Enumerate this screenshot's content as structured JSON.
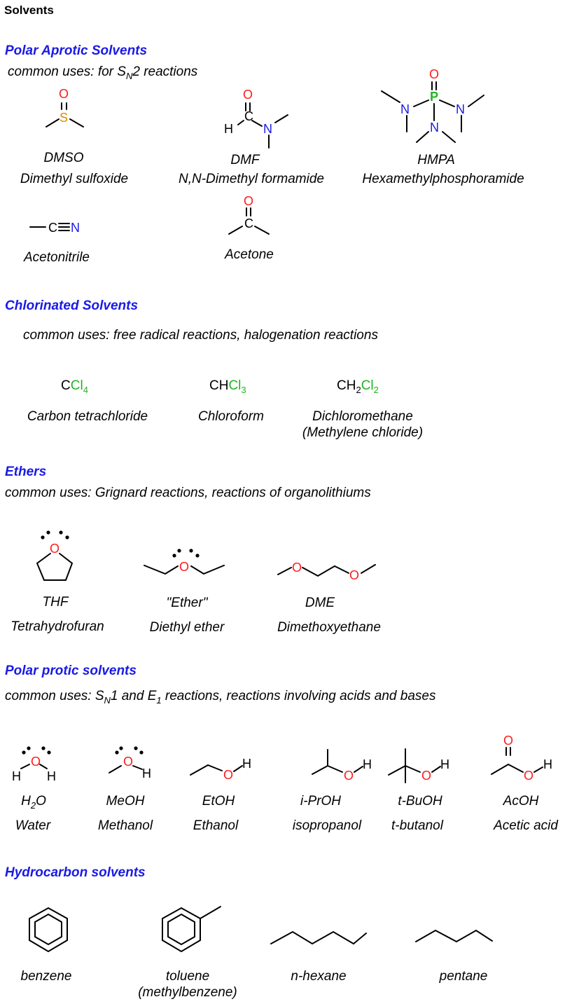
{
  "title": "Solvents",
  "sections": {
    "polar_aprotic": {
      "heading": "Polar Aprotic Solvents",
      "uses_pre": "common uses: for S",
      "uses_sub": "N",
      "uses_post": "2 reactions",
      "items": [
        {
          "abbr": "DMSO",
          "name": "Dimethyl sulfoxide"
        },
        {
          "abbr": "DMF",
          "name": "N,N-Dimethyl formamide"
        },
        {
          "abbr": "HMPA",
          "name": "Hexamethylphosphoramide"
        },
        {
          "abbr": "",
          "name": "Acetonitrile"
        },
        {
          "abbr": "",
          "name": "Acetone"
        }
      ]
    },
    "chlorinated": {
      "heading": "Chlorinated Solvents",
      "uses": "common uses: free radical reactions, halogenation reactions",
      "items": [
        {
          "name": "Carbon tetrachloride"
        },
        {
          "name": "Chloroform"
        },
        {
          "name": "Dichloromethane",
          "alt": "(Methylene chloride)"
        }
      ]
    },
    "ethers": {
      "heading": "Ethers",
      "uses": "common uses: Grignard reactions, reactions of organolithiums",
      "items": [
        {
          "abbr": "THF",
          "name": "Tetrahydrofuran"
        },
        {
          "abbr": "\"Ether\"",
          "name": "Diethyl ether"
        },
        {
          "abbr": "DME",
          "name": "Dimethoxyethane"
        }
      ]
    },
    "polar_protic": {
      "heading": "Polar protic solvents",
      "uses_pre": "common uses: S",
      "uses_sub1": "N",
      "uses_mid": "1 and E",
      "uses_sub2": "1",
      "uses_post": " reactions, reactions involving acids and bases",
      "items": [
        {
          "abbr": "",
          "name": "Water"
        },
        {
          "abbr": "MeOH",
          "name": "Methanol"
        },
        {
          "abbr": "EtOH",
          "name": "Ethanol"
        },
        {
          "abbr": "i-PrOH",
          "name": "isopropanol"
        },
        {
          "abbr": "t-BuOH",
          "name": "t-butanol"
        },
        {
          "abbr": "AcOH",
          "name": "Acetic acid"
        }
      ]
    },
    "hydrocarbon": {
      "heading": "Hydrocarbon solvents",
      "items": [
        {
          "name": "benzene"
        },
        {
          "name": "toluene",
          "alt": "(methylbenzene)"
        },
        {
          "name": "n-hexane"
        },
        {
          "name": "pentane"
        }
      ]
    }
  },
  "atoms": {
    "O": "O",
    "S": "S",
    "N": "N",
    "P": "P",
    "H": "H",
    "C": "C",
    "Cl": "Cl",
    "CH": "CH",
    "CH2": "CH",
    "two": "2",
    "four": "4",
    "three": "3",
    "water_h": "H",
    "water_sub": "2",
    "water_o": "O"
  },
  "colors": {
    "heading": "#1a1ae6",
    "oxygen": "#ff1a1a",
    "nitrogen": "#1a1ae6",
    "sulfur": "#d98c00",
    "phosphorus": "#1fb51f",
    "chlorine": "#1fb51f"
  }
}
